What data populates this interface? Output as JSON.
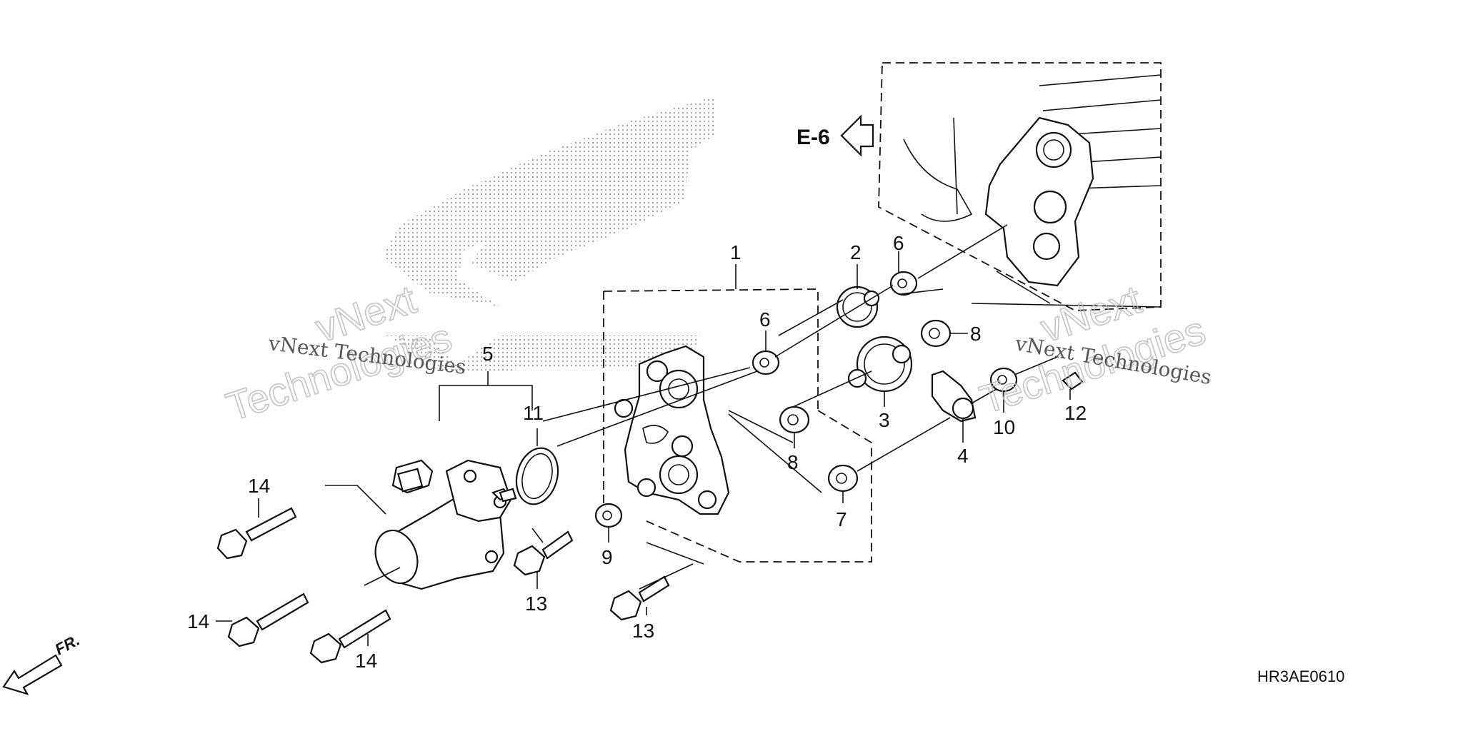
{
  "diagram": {
    "diagram_code": "HR3AE0610",
    "reference": {
      "label": "E-6"
    },
    "front_indicator": {
      "label": "FR."
    },
    "watermark": {
      "line1": "vNext",
      "line2": "Technologies",
      "caption": "vNext Technologies"
    },
    "callouts": {
      "c1": "1",
      "c2": "2",
      "c3": "3",
      "c4": "4",
      "c5": "5",
      "c6a": "6",
      "c6b": "6",
      "c7": "7",
      "c8a": "8",
      "c8b": "8",
      "c9": "9",
      "c10": "10",
      "c11": "11",
      "c12": "12",
      "c13a": "13",
      "c13b": "13",
      "c14a": "14",
      "c14b": "14",
      "c14c": "14"
    }
  }
}
